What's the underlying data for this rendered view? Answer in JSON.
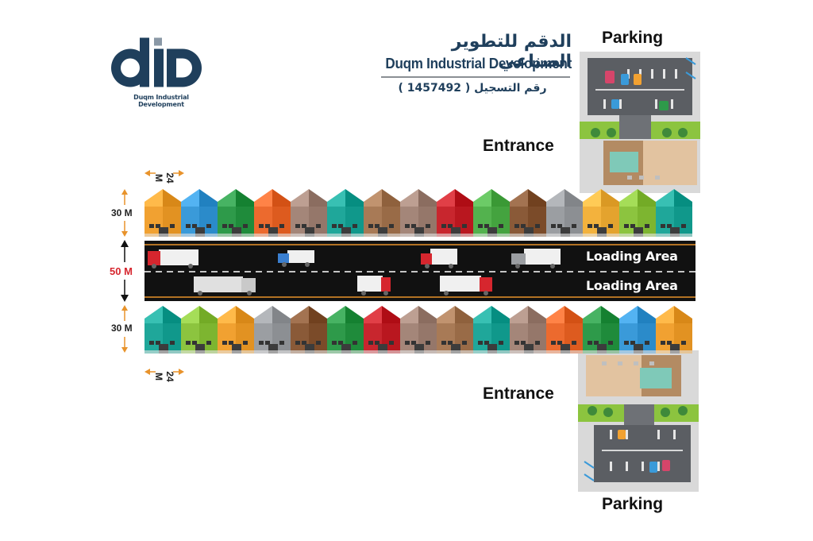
{
  "header": {
    "arabic_name": "الدقم للتطوير الصناعي",
    "english_name": "Duqm Industrial Development",
    "registration": "رقم التسجيل ( 1457492 )",
    "logo_caption": "Duqm Industrial Development"
  },
  "labels": {
    "parking_top": "Parking",
    "parking_bottom": "Parking",
    "entrance_top": "Entrance",
    "entrance_bottom": "Entrance",
    "loading_area_top": "Loading Area",
    "loading_area_bottom": "Loading Area"
  },
  "dimensions": {
    "unit_width_top": "24 M",
    "unit_width_bottom": "24 M",
    "unit_depth_top": "30 M",
    "unit_depth_bottom": "30 M",
    "road_width": "50 M"
  },
  "colors": {
    "brand_navy": "#1f3f5c",
    "road": "#111111",
    "dimension_arrow": "#e8932b",
    "road_width_text": "#d6262e",
    "top_row": [
      "#f1a131",
      "#3a9ad9",
      "#2e9a4a",
      "#ec6a2e",
      "#a48679",
      "#1fa79a",
      "#a87a56",
      "#a48679",
      "#c8262e",
      "#53b24e",
      "#8a5a38",
      "#9b9ea2",
      "#f3b23d",
      "#8cc43f",
      "#1fa79a"
    ],
    "bottom_row": [
      "#1fa79a",
      "#8cc43f",
      "#f1a131",
      "#9b9ea2",
      "#8a5a38",
      "#2e9a4a",
      "#c8262e",
      "#a48679",
      "#a87a56",
      "#1fa79a",
      "#a48679",
      "#ec6a2e",
      "#2e9a4a",
      "#3a9ad9",
      "#f1a131"
    ]
  }
}
